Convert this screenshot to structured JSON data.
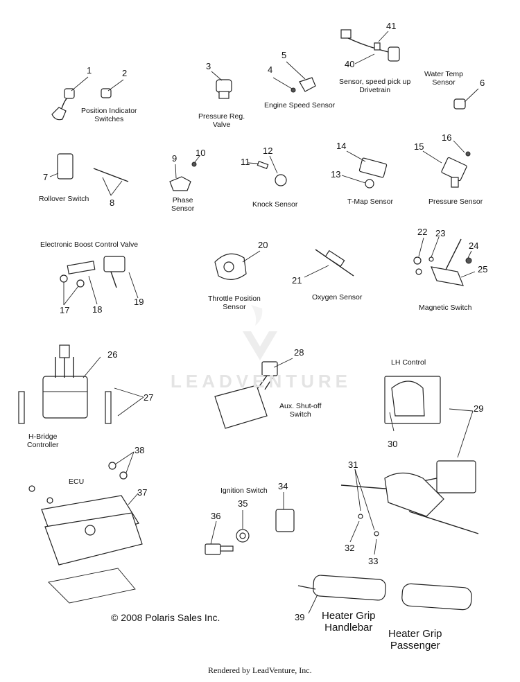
{
  "labels": {
    "position_indicator": "Position Indicator\nSwitches",
    "pressure_reg_valve": "Pressure Reg.\nValve",
    "engine_speed_sensor": "Engine Speed Sensor",
    "speed_pickup": "Sensor, speed pick up\nDrivetrain",
    "water_temp": "Water Temp\nSensor",
    "rollover_switch": "Rollover Switch",
    "phase_sensor": "Phase\nSensor",
    "knock_sensor": "Knock Sensor",
    "tmap_sensor": "T-Map Sensor",
    "pressure_sensor": "Pressure Sensor",
    "boost_valve": "Electronic Boost Control Valve",
    "throttle_position": "Throttle Position\nSensor",
    "oxygen_sensor": "Oxygen Sensor",
    "magnetic_switch": "Magnetic Switch",
    "lh_control": "LH Control",
    "h_bridge": "H-Bridge\nController",
    "aux_shutoff": "Aux. Shut-off\nSwitch",
    "ecu": "ECU",
    "ignition_switch": "Ignition Switch",
    "heater_grip_handlebar": "Heater Grip\nHandlebar",
    "heater_grip_passenger": "Heater Grip\nPassenger"
  },
  "callouts": [
    "1",
    "2",
    "3",
    "4",
    "5",
    "6",
    "7",
    "8",
    "9",
    "10",
    "11",
    "12",
    "13",
    "14",
    "15",
    "16",
    "17",
    "18",
    "19",
    "20",
    "21",
    "22",
    "23",
    "24",
    "25",
    "26",
    "27",
    "28",
    "29",
    "30",
    "31",
    "32",
    "33",
    "34",
    "35",
    "36",
    "37",
    "38",
    "39",
    "40",
    "41"
  ],
  "copyright": "© 2008 Polaris Sales Inc.",
  "footer": "Rendered by LeadVenture, Inc.",
  "watermark": "LEADVENTURE"
}
